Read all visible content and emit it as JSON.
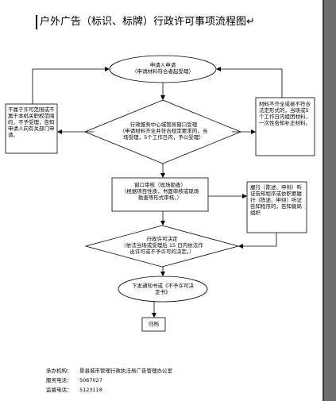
{
  "title": "户外广告（标识、标牌）行政许可事项流程图",
  "title_mark": "↵",
  "nodes": {
    "start_line1": "申请人申请",
    "start_line2": "（申请材料符合者起受理）",
    "review_line1": "行政服务中心城管局窗口受理",
    "review_line2": "（申请材料齐全并符合规定要求的，当",
    "review_line3": "场受理，5个工作日内，予以受理）",
    "left_box": "不属于许可范围或不属于本机关职权范围的，不予受理，告知申请人向有关部门申请。",
    "right_box": "材料不齐全或者不符合法定形式的，当场或5个工作日内组团材料，一次性告知补正材料。",
    "window_line1": "窗口审核（现场勘查）",
    "window_line2": "（根据项目性质，书面审核或现场",
    "window_line3": "勘查等形式审核。）",
    "hearing_box": "履行（陈述、申辩）听证告知程序或依职要履行（陈述、申辩）听证告知程序的，告知督局组织",
    "decision_line1": "行政许可决定",
    "decision_line2": "（依法当场或受理后 15 日内依法作",
    "decision_line3": "出许可或不予许可的决定。）",
    "notice_line1": "下发通知书或《不予许可决",
    "notice_line2": "定书》",
    "archive": "归档"
  },
  "footer": {
    "org_label": "承办机构：",
    "org_value": "景县城市管理行政执法局广告管理办公室",
    "service_label": "服务电话：",
    "service_value": "5067027",
    "supervise_label": "监督电话：",
    "supervise_value": "5123118"
  }
}
